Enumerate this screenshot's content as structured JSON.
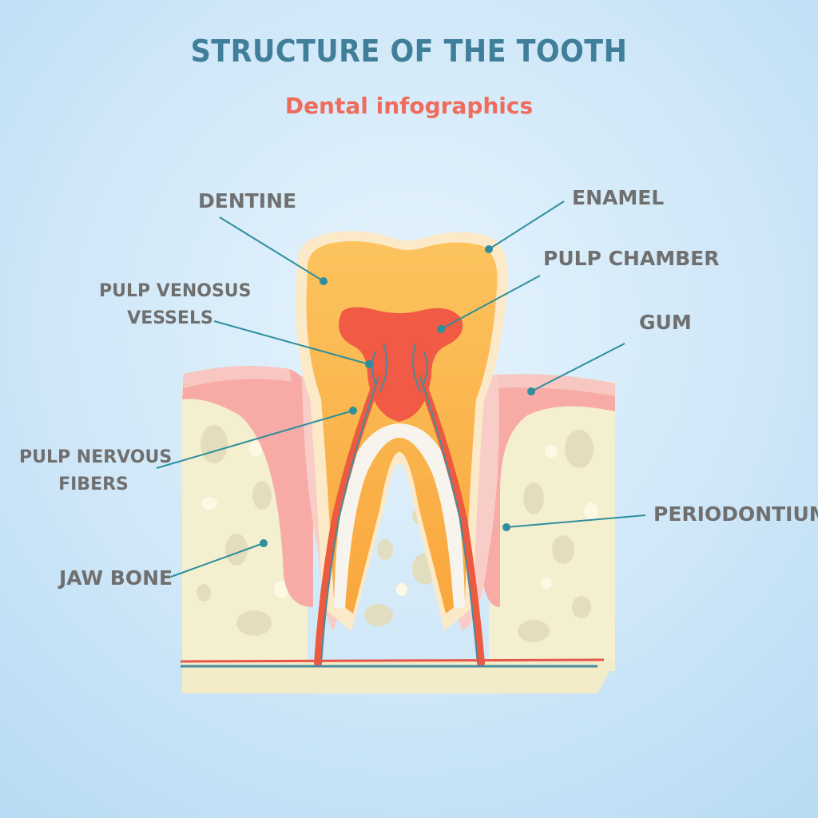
{
  "title": "STRUCTURE OF THE TOOTH",
  "subtitle": "Dental infographics",
  "labels": {
    "dentine": "DENTINE",
    "enamel": "ENAMEL",
    "pulp_chamber": "PULP CHAMBER",
    "pulp_venosus_line1": "PULP VENOSUS",
    "pulp_venosus_line2": "VESSELS",
    "gum": "GUM",
    "pulp_nervous_line1": "PULP NERVOUS",
    "pulp_nervous_line2": "FIBERS",
    "periodontium": "PERIODONTIUM",
    "jaw_bone": "JAW BONE"
  },
  "colors": {
    "title": "#3f7f99",
    "subtitle": "#ef6c5c",
    "label_text": "#6f6f6f",
    "leader_line": "#2e8f9c",
    "enamel": "#fbe9c7",
    "dentine": "#fbb34a",
    "pulp": "#f15a45",
    "gum": "#f7aaa6",
    "jaw_bone": "#f4efcf"
  }
}
